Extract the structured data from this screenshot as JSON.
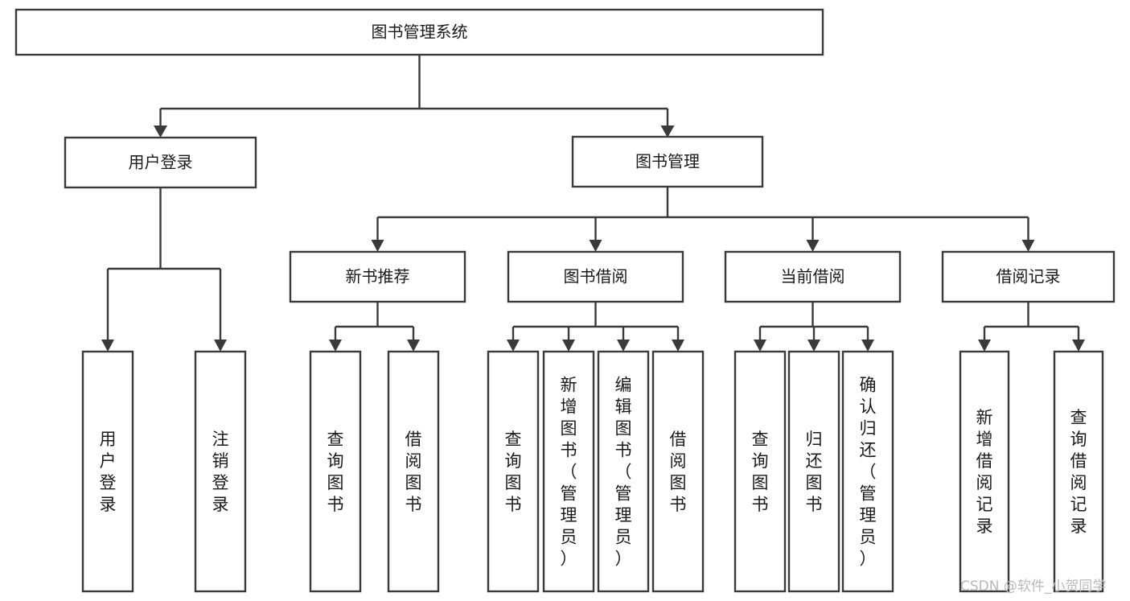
{
  "diagram": {
    "title": "图书管理系统",
    "type": "hierarchy-tree",
    "root": {
      "label": "图书管理系统"
    },
    "level2": [
      {
        "label": "用户登录"
      },
      {
        "label": "图书管理"
      }
    ],
    "level3": [
      {
        "label": "新书推荐"
      },
      {
        "label": "图书借阅"
      },
      {
        "label": "当前借阅"
      },
      {
        "label": "借阅记录"
      }
    ],
    "leaves": {
      "user_login": [
        {
          "label": "用户登录"
        },
        {
          "label": "注销登录"
        }
      ],
      "new_book_recommend": [
        {
          "label": "查询图书"
        },
        {
          "label": "借阅图书"
        }
      ],
      "book_borrow": [
        {
          "label": "查询图书"
        },
        {
          "label": "新增图书（管理员）"
        },
        {
          "label": "编辑图书（管理员）"
        },
        {
          "label": "借阅图书"
        }
      ],
      "current_borrow": [
        {
          "label": "查询图书"
        },
        {
          "label": "归还图书"
        },
        {
          "label": "确认归还（管理员）"
        }
      ],
      "borrow_record": [
        {
          "label": "新增借阅记录"
        },
        {
          "label": "查询借阅记录"
        }
      ]
    }
  },
  "watermark": {
    "text": "CSDN @软件_小贺同学"
  },
  "colors": {
    "stroke": "#3a3a3a",
    "fill": "#ffffff",
    "text": "#1a1a1a",
    "watermark": "#b9b9b9"
  }
}
